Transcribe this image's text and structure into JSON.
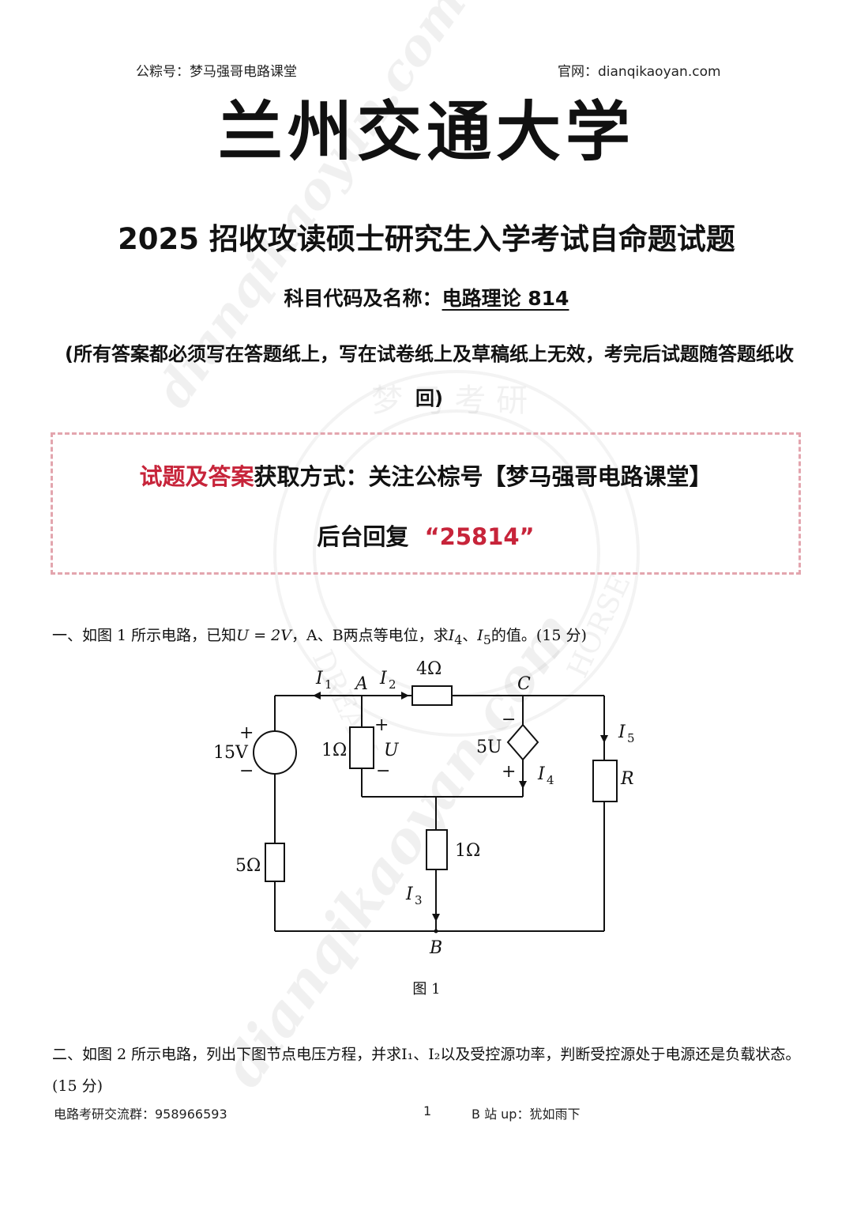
{
  "header": {
    "left": "公粽号：梦马强哥电路课堂",
    "right": "官网：dianqikaoyan.com"
  },
  "university": "兰州交通大学",
  "exam_title": "2025 招收攻读硕士研究生入学考试自命题试题",
  "subject": {
    "label": "科目代码及名称：",
    "value": "电路理论 814"
  },
  "notice": "(所有答案都必须写在答题纸上，写在试卷纸上及草稿纸上无效，考完后试题随答题纸收回)",
  "promo": {
    "red_part": "试题及答案",
    "text1": "获取方式：关注公棕号【梦马强哥电路课堂】",
    "text2": "后台回复",
    "code": "“25814”"
  },
  "q1": {
    "lead": "一、如图 1 所示电路，已知",
    "cond": "U = 2V",
    "mid": "，A、B两点等电位，求",
    "i4": "I",
    "i4sub": "4",
    "sep": "、",
    "i5": "I",
    "i5sub": "5",
    "tail": "的值。(15 分)"
  },
  "figure1": {
    "caption": "图 1",
    "labels": {
      "I1": "I",
      "I1sub": "1",
      "A": "A",
      "I2": "I",
      "I2sub": "2",
      "R4": "4Ω",
      "C": "C",
      "I5": "I",
      "I5sub": "5",
      "V15": "15V",
      "R1a": "1Ω",
      "U": "U",
      "dep": "5U",
      "I4": "I",
      "I4sub": "4",
      "R": "R",
      "R1b": "1Ω",
      "R5": "5Ω",
      "I3": "I",
      "I3sub": "3",
      "B": "B",
      "plus": "+",
      "minus": "−"
    }
  },
  "q2": {
    "text": "二、如图 2 所示电路，列出下图节点电压方程，并求I₁、I₂以及受控源功率，判断受控源处于电源还是负载状态。(15 分)"
  },
  "footer": {
    "left": "电路考研交流群：958966593",
    "page": "1",
    "right": "B 站 up：犹如雨下"
  },
  "watermark": {
    "text": "dianqikaoyan.com",
    "seal_top": "梦 马 考 研",
    "seal_left": "DREAM",
    "seal_right": "HORSE"
  }
}
